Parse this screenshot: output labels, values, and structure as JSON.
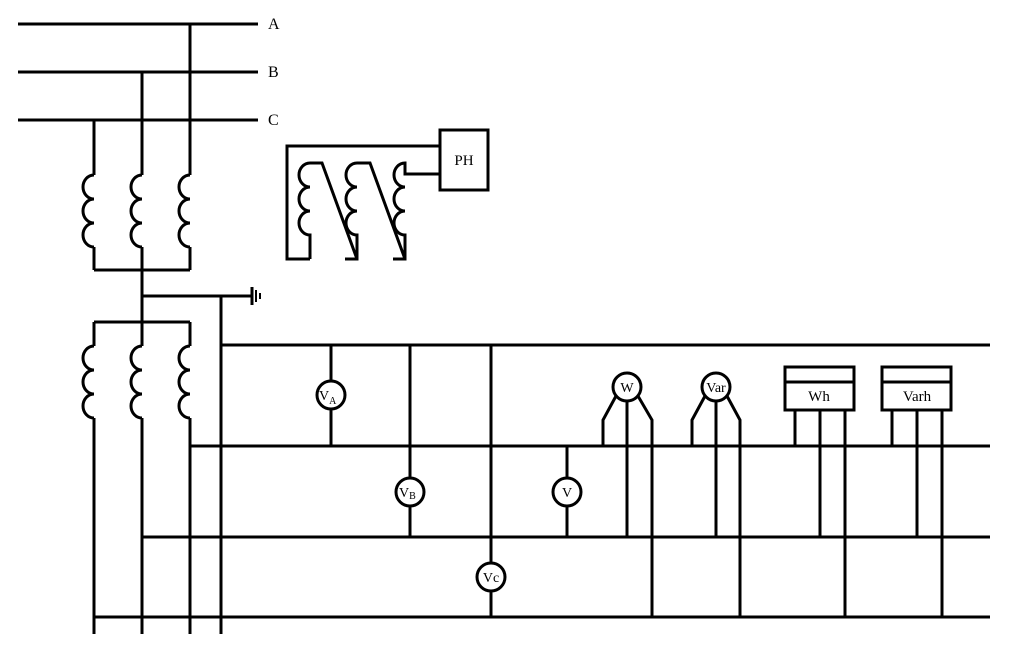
{
  "bus_labels": {
    "a": "A",
    "b": "B",
    "c": "C"
  },
  "regulator_label": "PH",
  "meters": {
    "va_main": "V",
    "va_sub": "A",
    "vb": "V",
    "vb_sub": "B",
    "vc": "Vc",
    "v": "V",
    "w": "W",
    "var": "Var"
  },
  "energy_meters": {
    "wh": "Wh",
    "varh": "Varh"
  }
}
